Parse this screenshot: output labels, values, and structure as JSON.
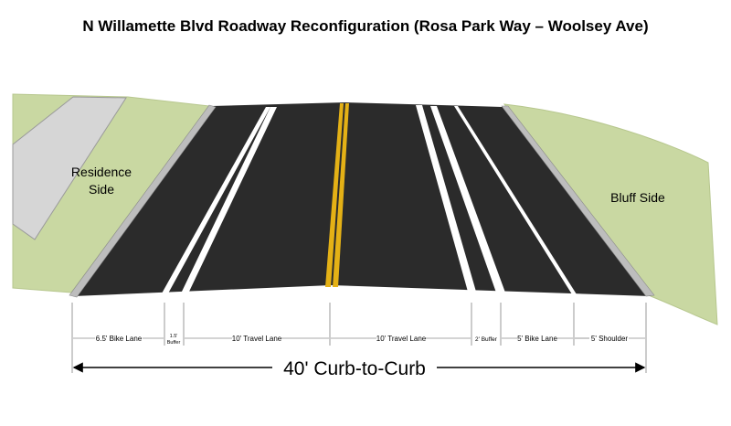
{
  "title": "N Willamette Blvd Roadway Reconfiguration (Rosa Park Way – Woolsey Ave)",
  "residence_side": {
    "line1": "Residence",
    "line2": "Side"
  },
  "bluff_side": "Bluff Side",
  "segments": [
    {
      "label": "6.5' Bike Lane"
    },
    {
      "label1": "1.5'",
      "label2": "Buffer"
    },
    {
      "label": "10' Travel Lane"
    },
    {
      "label": "10' Travel Lane"
    },
    {
      "label": "2' Buffer"
    },
    {
      "label": "5' Bike Lane"
    },
    {
      "label": "5' Shoulder"
    }
  ],
  "total": "40' Curb-to-Curb",
  "colors": {
    "asphalt": "#2b2b2b",
    "grass": "#c9d8a2",
    "sidewalk": "#d6d6d6",
    "center_line": "#e4b116",
    "lane_line": "#ffffff",
    "curb": "#bdbdbd"
  }
}
